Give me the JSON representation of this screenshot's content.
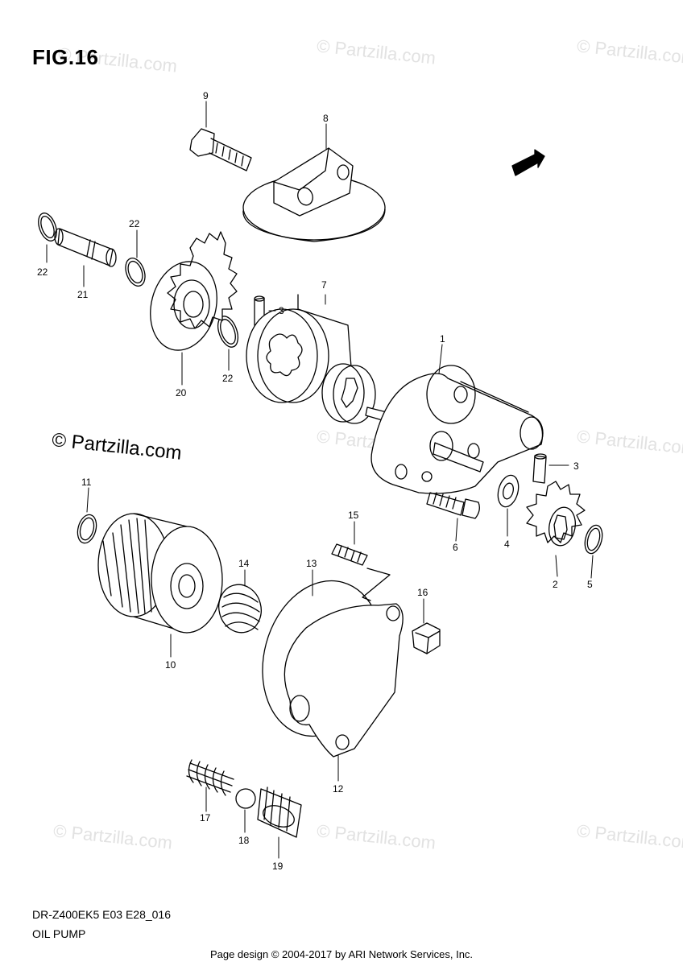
{
  "figure": {
    "title": "FIG.16",
    "copyright_overlay": "© Partzilla.com",
    "watermark": "© Partzilla.com",
    "model_code": "DR-Z400EK5 E03 E28_016",
    "section_name": "OIL PUMP",
    "footer": "Page design © 2004-2017 by ARI Network Services, Inc.",
    "fwd_arrow": "FWD"
  },
  "callouts": [
    "1",
    "2",
    "3",
    "3",
    "4",
    "5",
    "6",
    "7",
    "8",
    "9",
    "10",
    "11",
    "12",
    "13",
    "14",
    "15",
    "16",
    "17",
    "18",
    "19",
    "20",
    "21",
    "22",
    "22",
    "22"
  ]
}
